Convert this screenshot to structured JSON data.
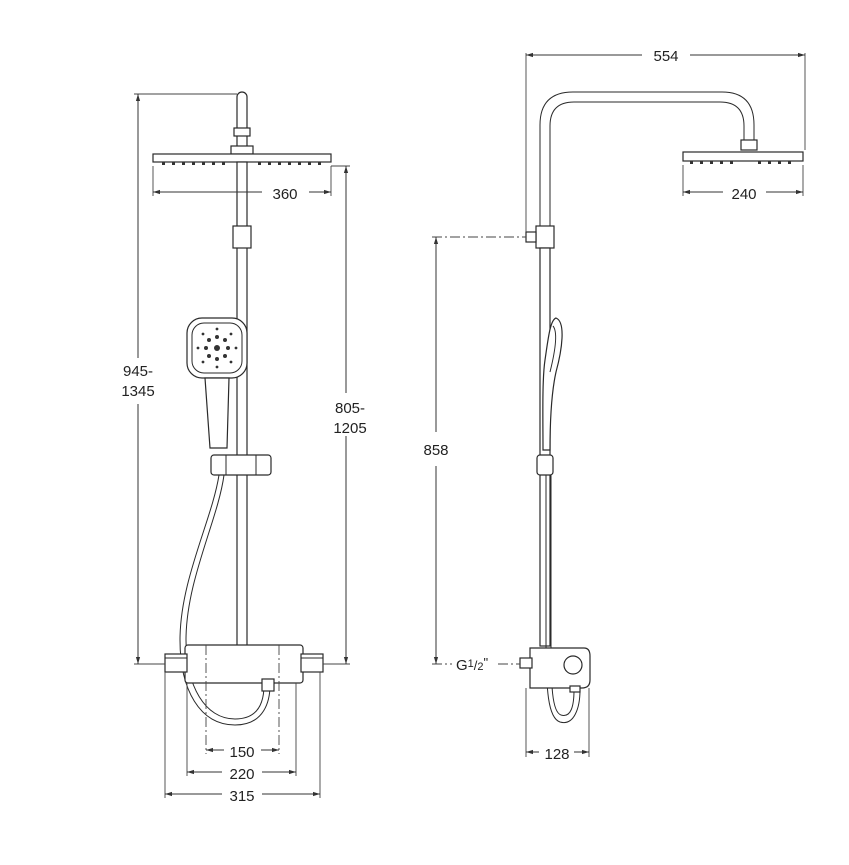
{
  "front_view": {
    "head_width": "360",
    "total_height": [
      "945-",
      "1345"
    ],
    "bar_height": [
      "805-",
      "1205"
    ],
    "inlet_spacing": "150",
    "body_width": "220",
    "overall_width": "315"
  },
  "side_view": {
    "arm_projection": "554",
    "head_depth": "240",
    "height": "858",
    "thread_main": "G",
    "thread_num": "1",
    "thread_sep": "/",
    "thread_den": "2",
    "thread_mark": "\"",
    "depth": "128"
  }
}
